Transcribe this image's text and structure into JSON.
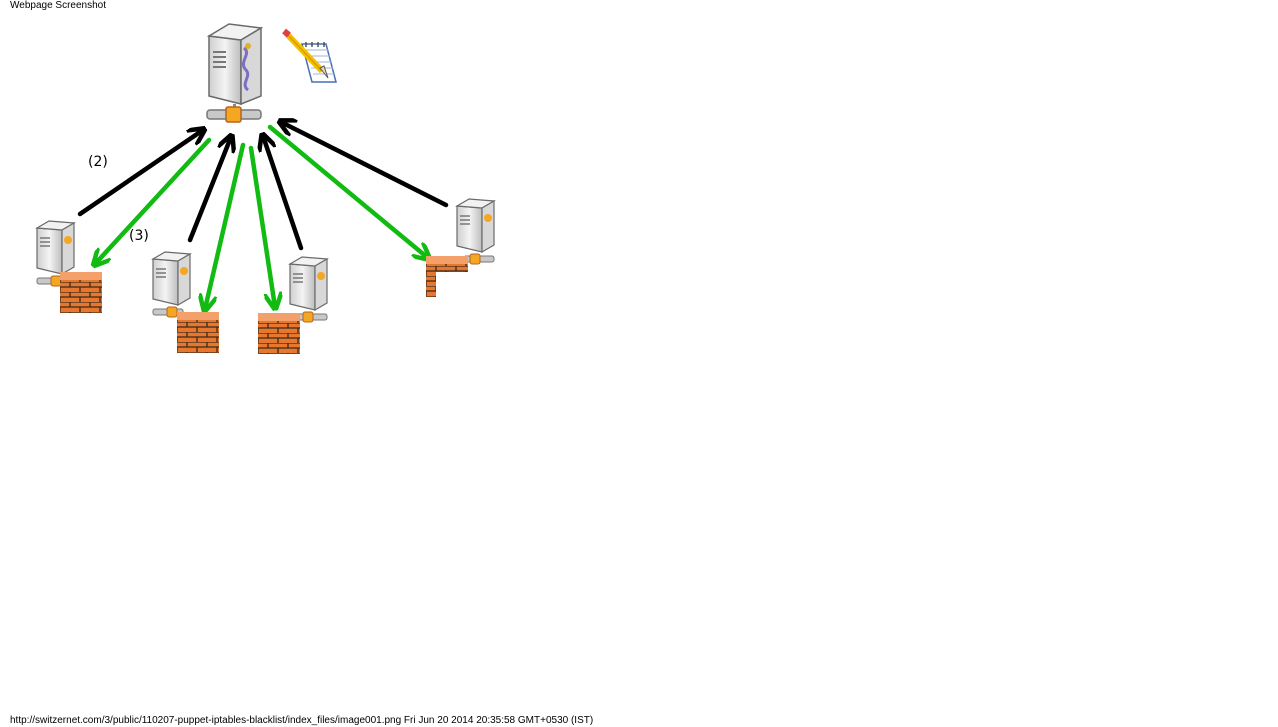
{
  "page": {
    "header_text": "Webpage Screenshot",
    "footer_text": "http://switzernet.com/3/public/110207-puppet-iptables-blacklist/index_files/image001.png Fri Jun 20 2014 20:35:58 GMT+0530 (IST)"
  },
  "diagram": {
    "labels": [
      "(2)",
      "(3)"
    ],
    "colors": {
      "report_arrow": "#000000",
      "push_arrow": "#11bb11",
      "brick": "#e8772e",
      "mortar": "#3a2a1a",
      "server_body": "#e4e4e4",
      "server_edge": "#6a6a6a",
      "port": "#f5a623"
    },
    "icons": [
      "master-server-icon",
      "notepad-pencil-icon",
      "client-server-icon",
      "firewall-icon"
    ]
  }
}
